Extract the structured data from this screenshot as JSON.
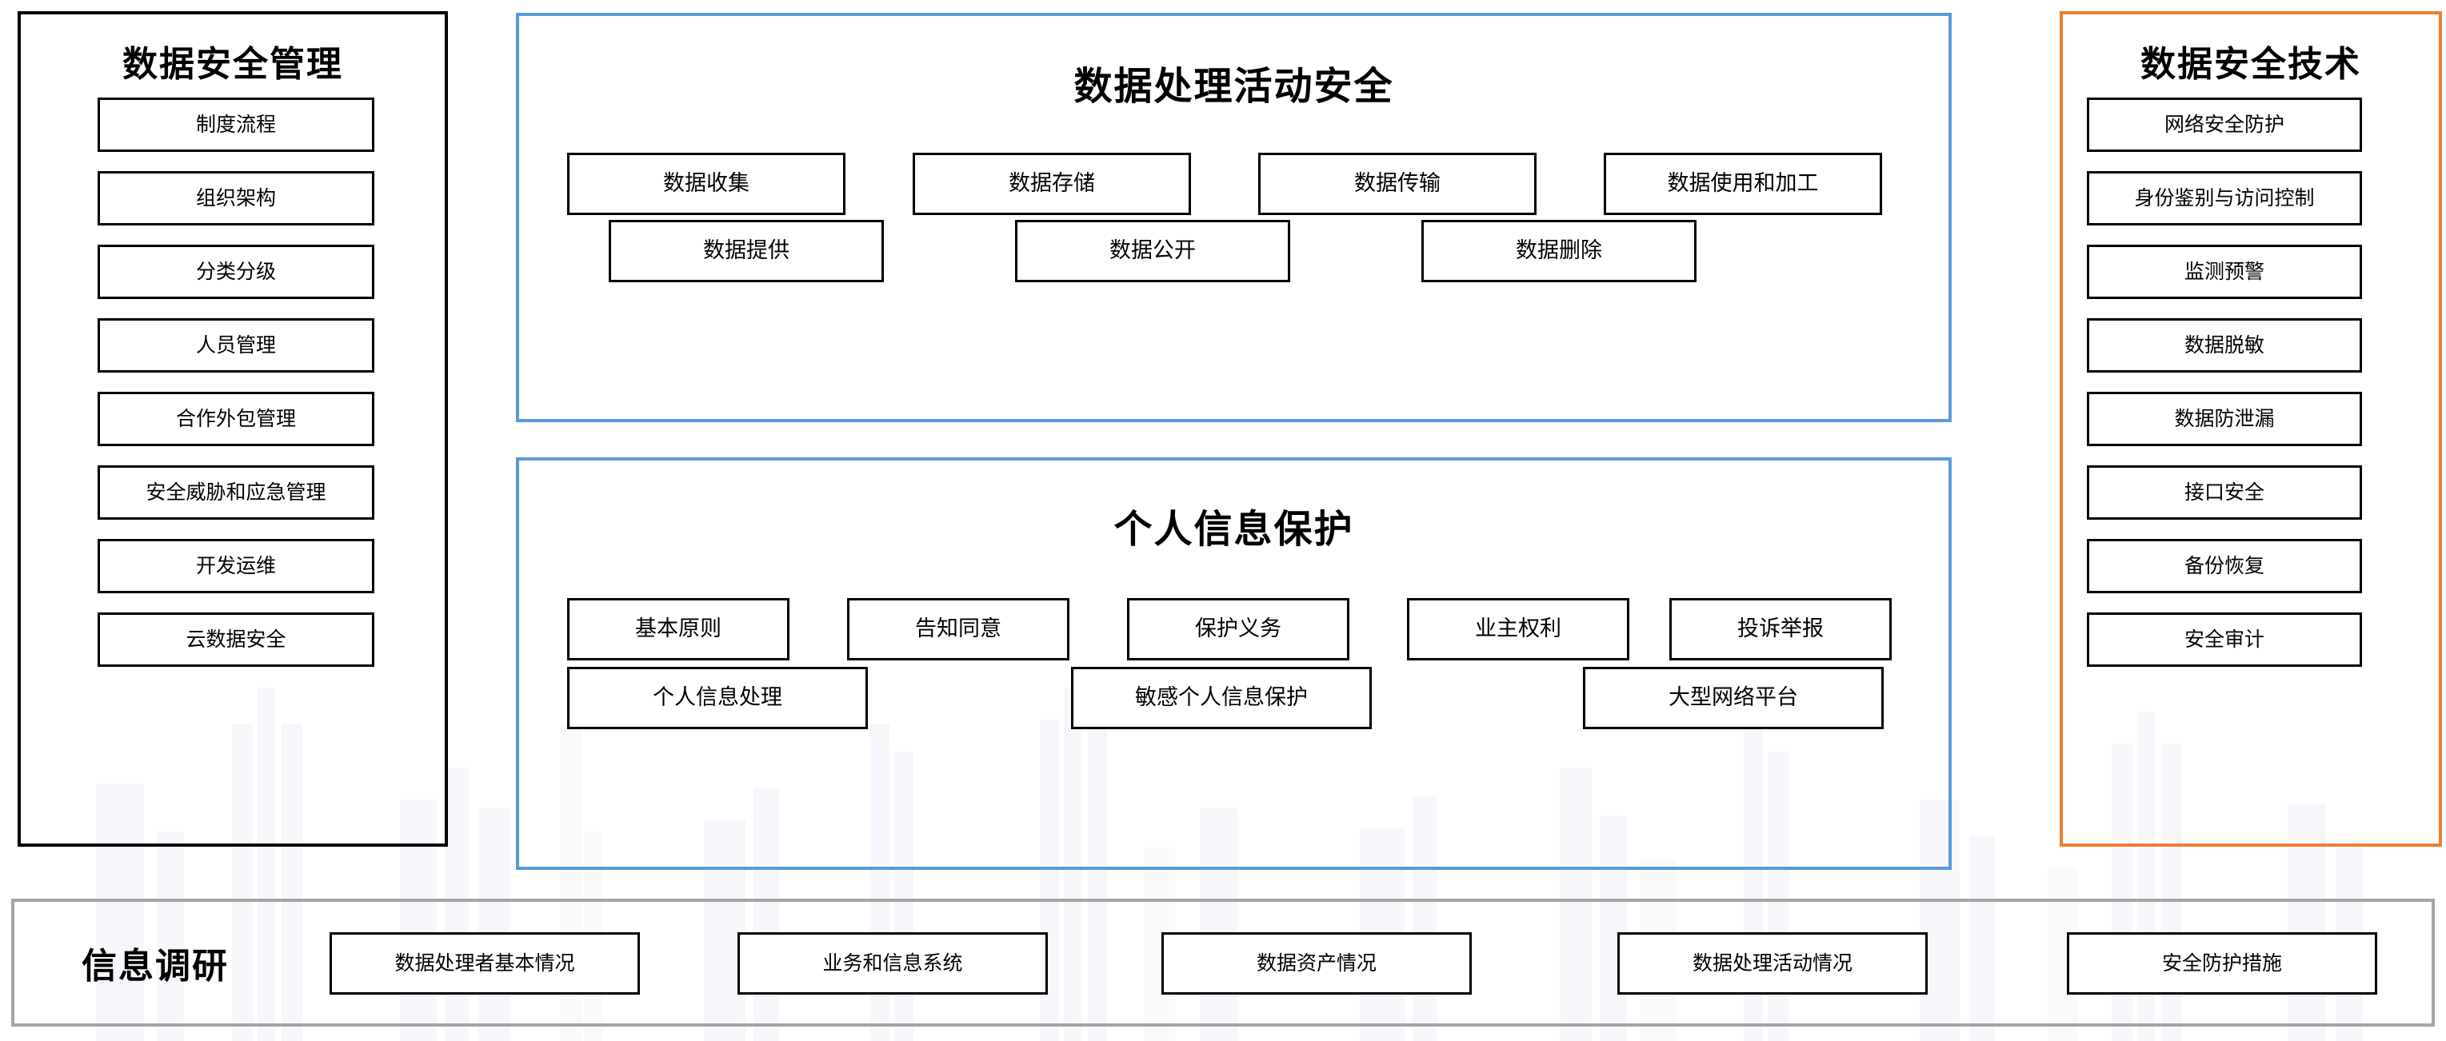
{
  "colors": {
    "black": "#000000",
    "blue_accent": "#5B9BD5",
    "orange_accent": "#ED7D31",
    "gray_accent": "#A5A5A5",
    "background": "#FFFFFF"
  },
  "management_panel": {
    "title": "数据安全管理",
    "items": [
      {
        "label": "制度流程"
      },
      {
        "label": "组织架构"
      },
      {
        "label": "分类分级"
      },
      {
        "label": "人员管理"
      },
      {
        "label": "合作外包管理"
      },
      {
        "label": "安全威胁和应急管理"
      },
      {
        "label": "开发运维"
      },
      {
        "label": "云数据安全"
      }
    ]
  },
  "processing_panel": {
    "title": "数据处理活动安全",
    "row1": [
      {
        "label": "数据收集"
      },
      {
        "label": "数据存储"
      },
      {
        "label": "数据传输"
      },
      {
        "label": "数据使用和加工"
      }
    ],
    "row2": [
      {
        "label": "数据提供"
      },
      {
        "label": "数据公开"
      },
      {
        "label": "数据删除"
      }
    ]
  },
  "privacy_panel": {
    "title": "个人信息保护",
    "row1": [
      {
        "label": "基本原则"
      },
      {
        "label": "告知同意"
      },
      {
        "label": "保护义务"
      },
      {
        "label": "业主权利"
      },
      {
        "label": "投诉举报"
      }
    ],
    "row2": [
      {
        "label": "个人信息处理"
      },
      {
        "label": "敏感个人信息保护"
      },
      {
        "label": "大型网络平台"
      }
    ]
  },
  "tech_panel": {
    "title": "数据安全技术",
    "items": [
      {
        "label": "网络安全防护"
      },
      {
        "label": "身份鉴别与访问控制"
      },
      {
        "label": "监测预警"
      },
      {
        "label": "数据脱敏"
      },
      {
        "label": "数据防泄漏"
      },
      {
        "label": "接口安全"
      },
      {
        "label": "备份恢复"
      },
      {
        "label": "安全审计"
      }
    ]
  },
  "survey_panel": {
    "title": "信息调研",
    "items": [
      {
        "label": "数据处理者基本情况"
      },
      {
        "label": "业务和信息系统"
      },
      {
        "label": "数据资产情况"
      },
      {
        "label": "数据处理活动情况"
      },
      {
        "label": "安全防护措施"
      }
    ]
  }
}
